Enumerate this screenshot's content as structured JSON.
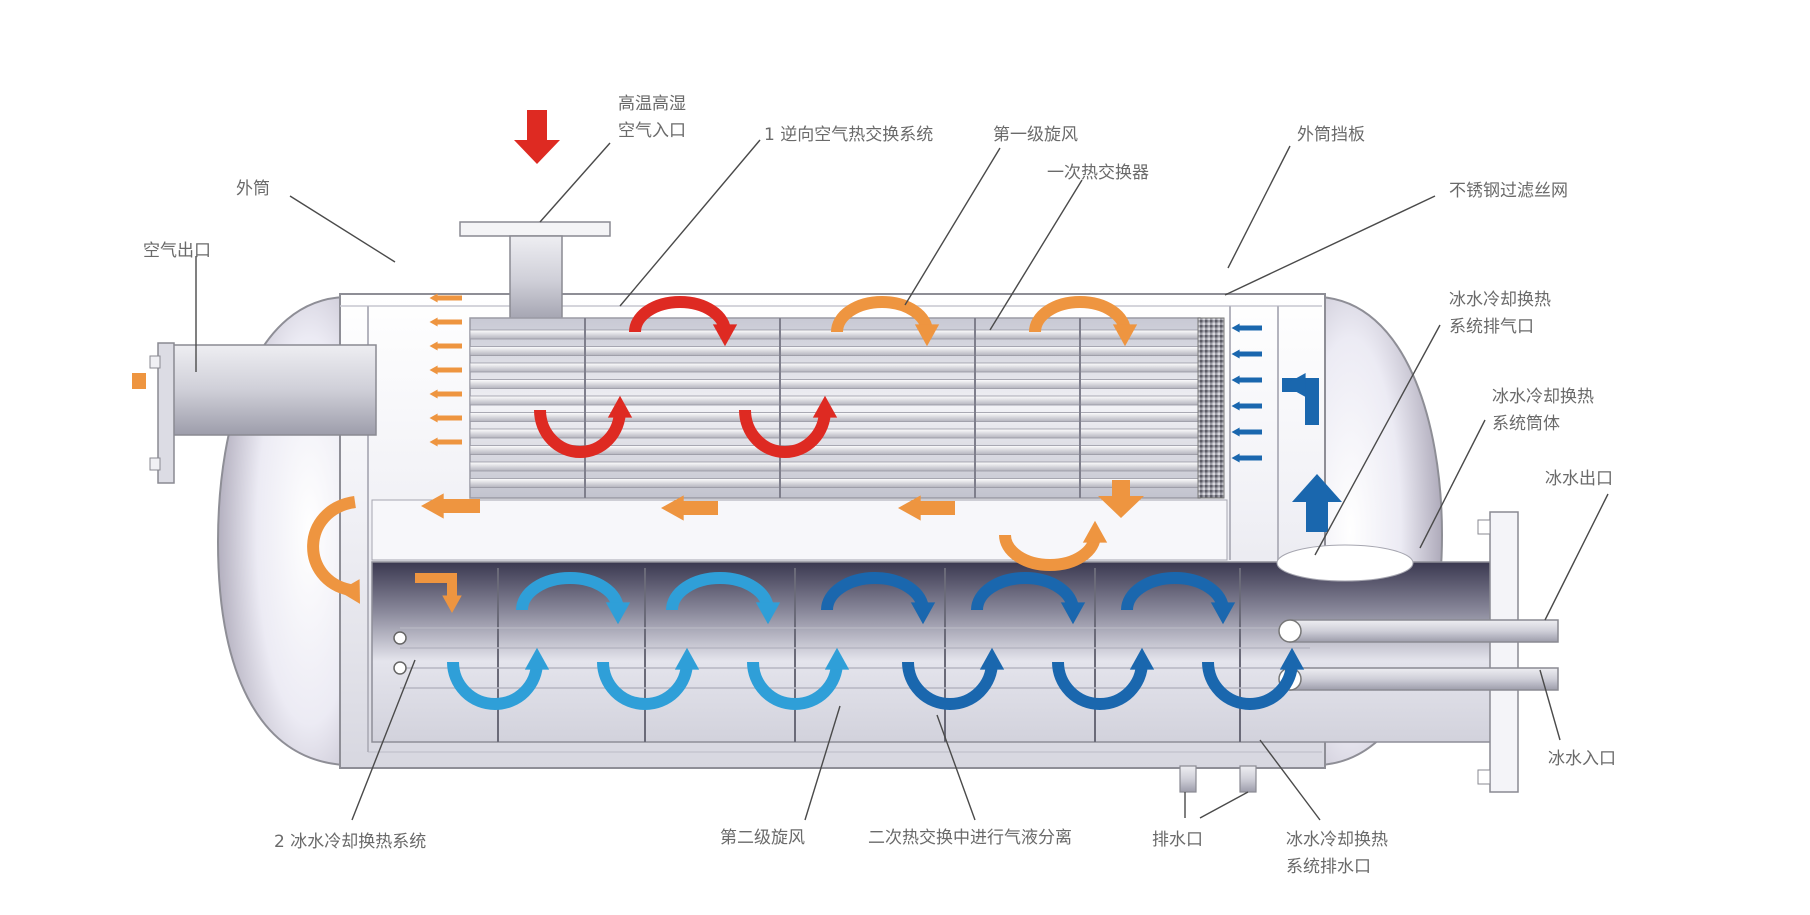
{
  "labels": {
    "hot_air_inlet": [
      "高温高湿",
      "空气入口"
    ],
    "reverse_heat_exchange": "1 逆向空气热交换系统",
    "first_cyclone": "第一级旋风",
    "primary_exchanger": "一次热交换器",
    "outer_baffle": "外筒挡板",
    "steel_filter": "不锈钢过滤丝网",
    "outer_shell": "外筒",
    "air_outlet": "空气出口",
    "ice_exhaust": [
      "冰水冷却换热",
      "系统排气口"
    ],
    "ice_body": [
      "冰水冷却换热",
      "系统筒体"
    ],
    "ice_outlet": "冰水出口",
    "ice_inlet": "冰水入口",
    "ice_cooling_system": "2 冰水冷却换热系统",
    "second_cyclone": "第二级旋风",
    "separation": "二次热交换中进行气液分离",
    "drain": "排水口",
    "ice_drain": [
      "冰水冷却换热",
      "系统排水口"
    ]
  },
  "colors": {
    "hot": "#de2a22",
    "warm": "#ee9540",
    "cool_light": "#2f9fd8",
    "cool_dark": "#1a67ae",
    "leader": "#4a4a4a",
    "shell_outline": "#8e8e96"
  }
}
